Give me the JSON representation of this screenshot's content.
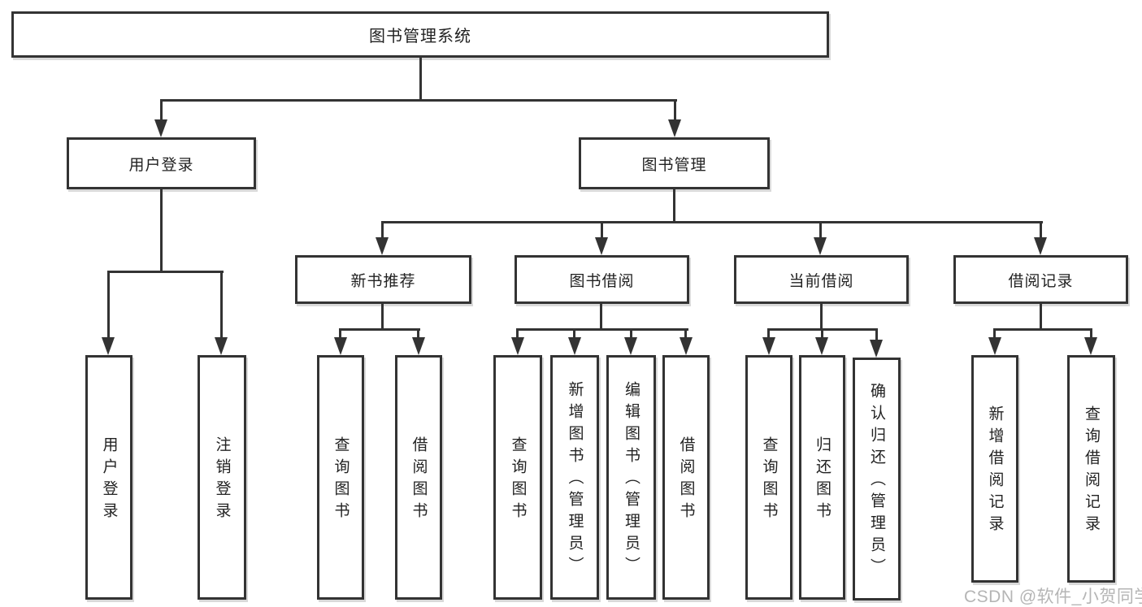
{
  "nodes": {
    "root": "图书管理系统",
    "login_group": "用户登录",
    "mgmt_group": "图书管理",
    "new_rec": "新书推荐",
    "borrowing": "图书借阅",
    "current": "当前借阅",
    "records": "借阅记录",
    "login_leaf_login": "用户登录",
    "login_leaf_logout": "注销登录",
    "rec_leaf_query": "查询图书",
    "rec_leaf_borrow": "借阅图书",
    "bor_leaf_query": "查询图书",
    "bor_leaf_add": "新增图书（管理员）",
    "bor_leaf_edit": "编辑图书（管理员）",
    "bor_leaf_borrow": "借阅图书",
    "cur_leaf_query": "查询图书",
    "cur_leaf_return": "归还图书",
    "cur_leaf_confirm": "确认归还（管理员）",
    "rcd_leaf_add": "新增借阅记录",
    "rcd_leaf_query": "查询借阅记录"
  },
  "watermark": "CSDN @软件_小贺同学",
  "colors": {
    "line": "#333333",
    "text": "#222222",
    "background": "#ffffff",
    "watermark": "#b5b5b5"
  }
}
